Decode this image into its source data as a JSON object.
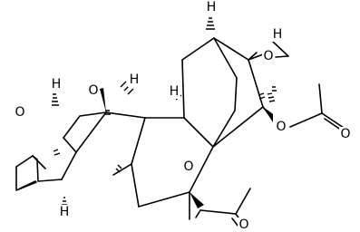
{
  "atoms": [
    {
      "id": "ring-oxygen-top",
      "text": "O"
    },
    {
      "id": "epoxide-oxygen",
      "text": "O"
    },
    {
      "id": "furan-oxygen",
      "text": "O"
    },
    {
      "id": "ester-oxygen-upper",
      "text": "O"
    },
    {
      "id": "carbonyl-oxygen-upper",
      "text": "O"
    },
    {
      "id": "ester-oxygen-lower",
      "text": "O"
    },
    {
      "id": "carbonyl-oxygen-lower",
      "text": "O"
    }
  ],
  "stereo_hydrogens": [
    {
      "id": "h-acetal",
      "text": "H"
    },
    {
      "id": "h-ring-fusion",
      "text": "H"
    },
    {
      "id": "h-bridgehead-top",
      "text": "H"
    },
    {
      "id": "h-methine-upper-right",
      "text": "H"
    },
    {
      "id": "h-junction",
      "text": "H"
    },
    {
      "id": "h-quaternary",
      "text": "H"
    }
  ]
}
